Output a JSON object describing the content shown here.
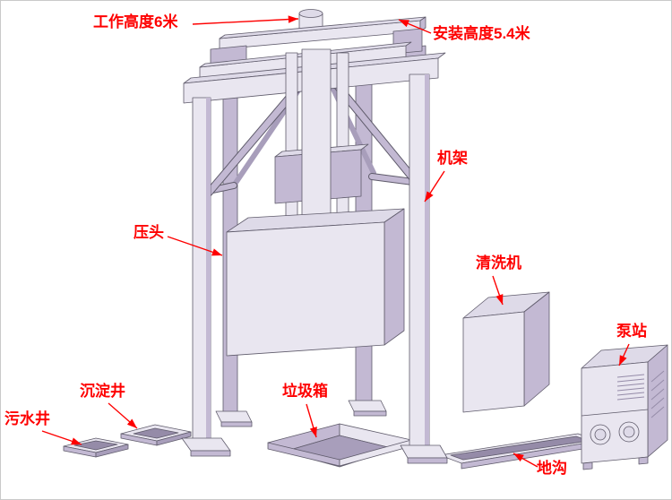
{
  "diagram": {
    "type": "isometric-equipment-diagram",
    "background": "#ffffff",
    "labels": {
      "working_height": "工作高度6米",
      "install_height": "安装高度5.4米",
      "frame": "机架",
      "press_head": "压头",
      "washer": "清洗机",
      "pump_station": "泵站",
      "settling_well": "沉淀井",
      "sewage_well": "污水井",
      "garbage_bin": "垃圾箱",
      "trench": "地沟"
    },
    "colors": {
      "label_red": "#fe0000",
      "part_light": "#e9e6f0",
      "part_mid": "#c3b9d3",
      "part_dark": "#a89ebb",
      "part_deep": "#958ba8",
      "face_top": "#dedae8",
      "outline": "#5f5b6b",
      "border": "#c9c9c9"
    }
  }
}
